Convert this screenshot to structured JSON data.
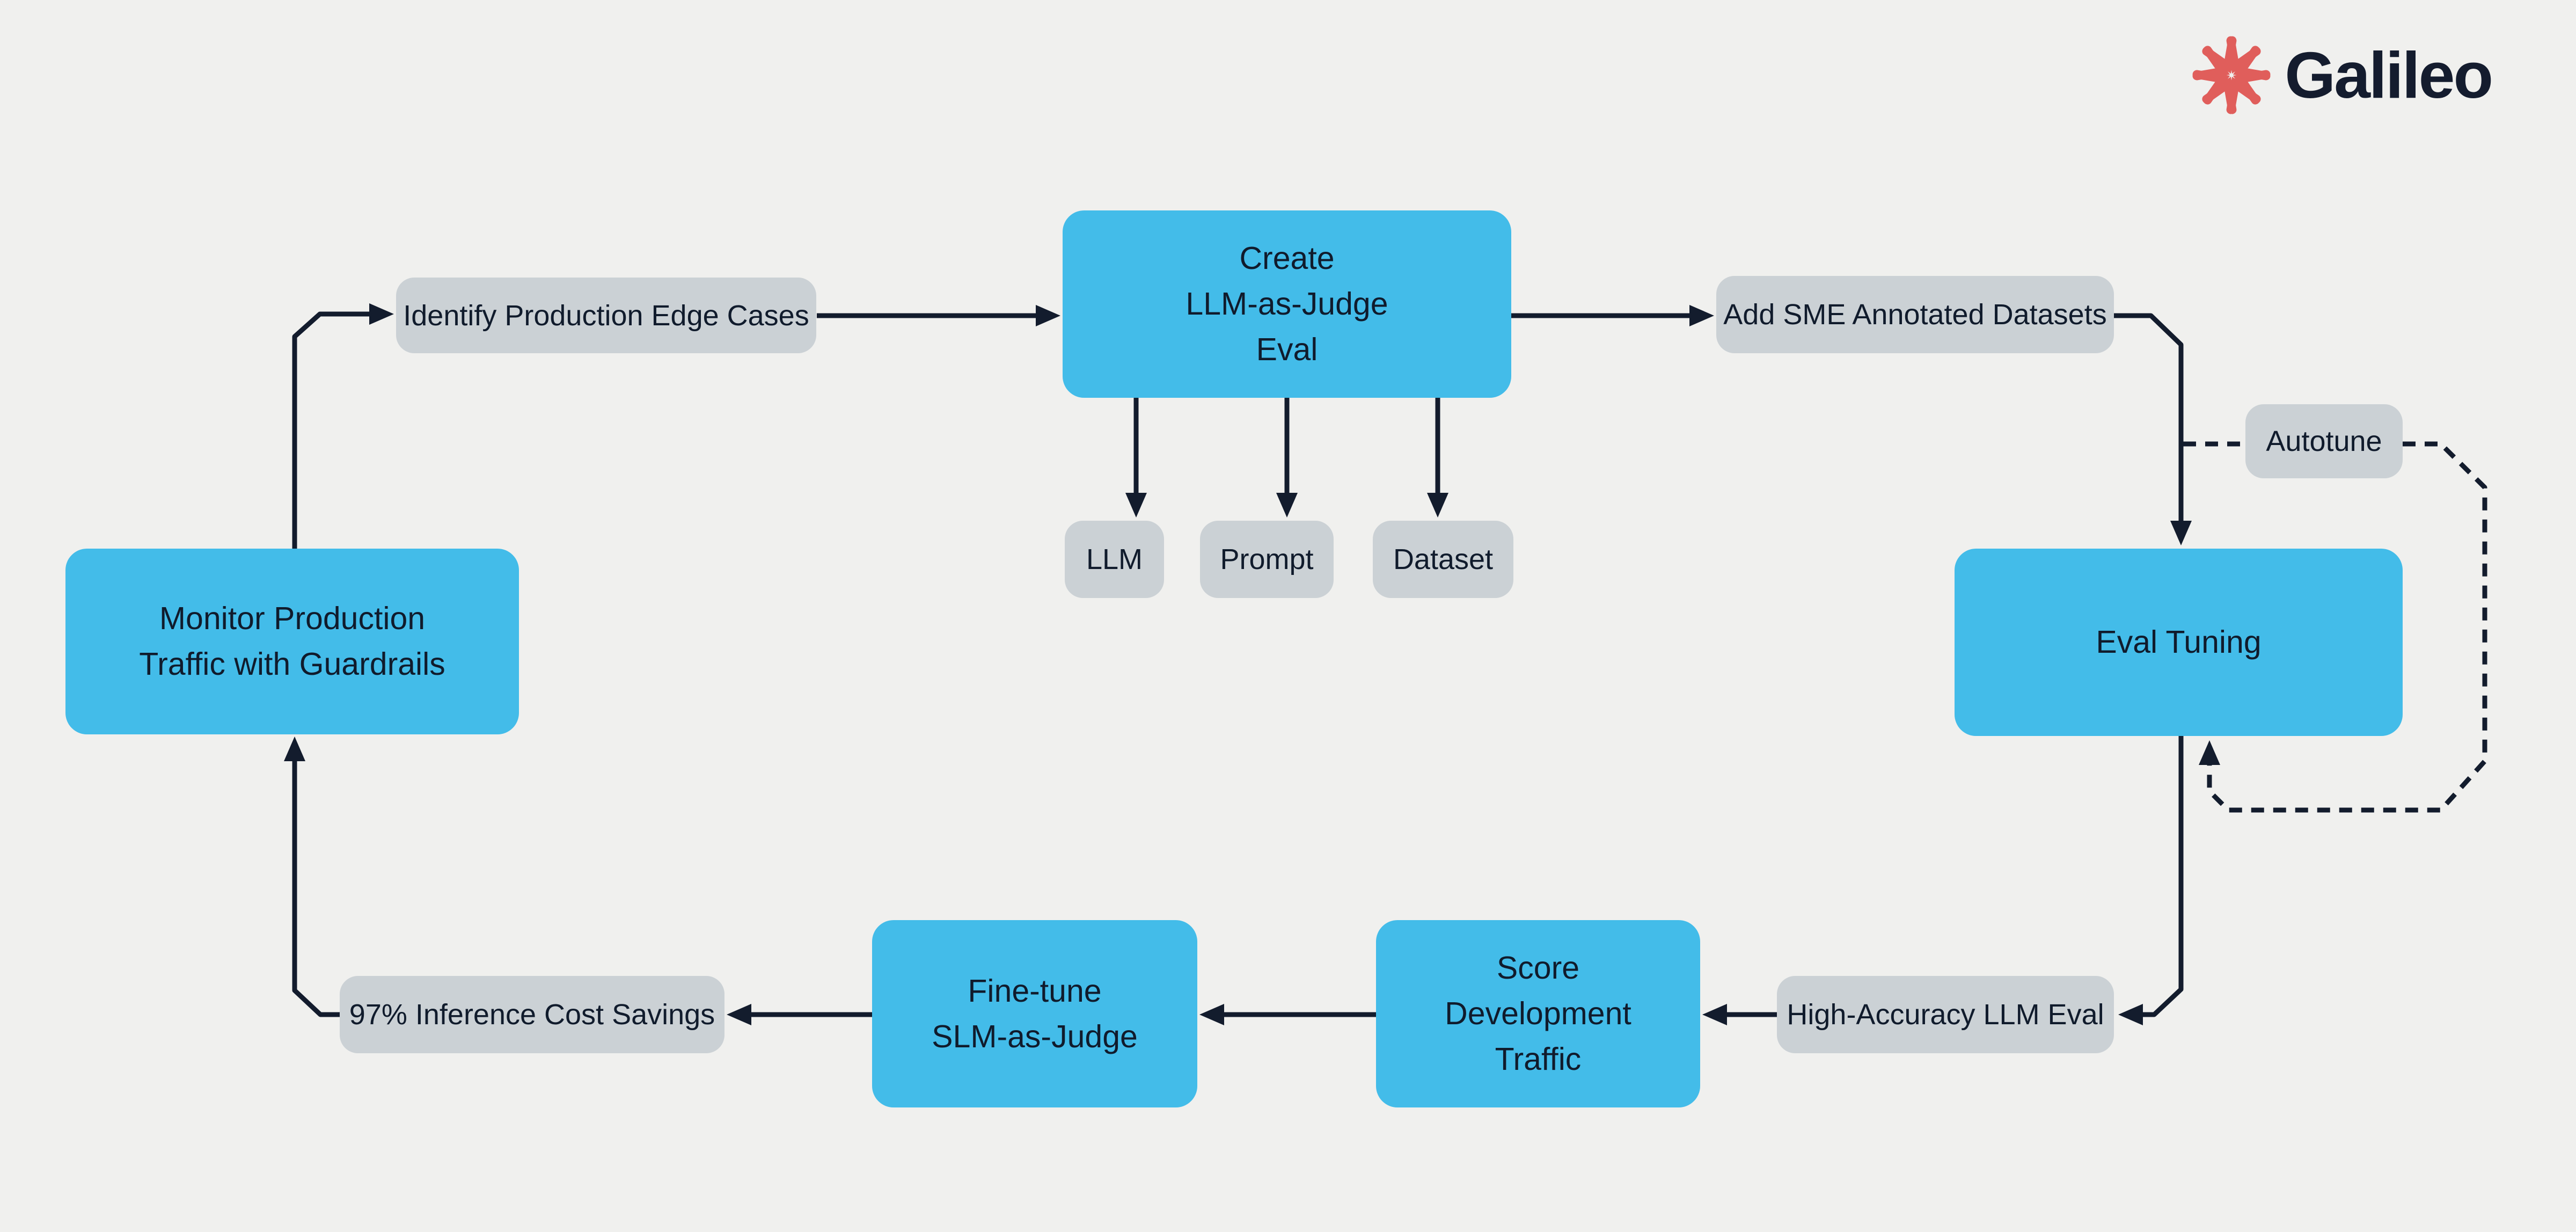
{
  "page": {
    "background_color": "#f0f0ee",
    "type": "flowchart"
  },
  "logo": {
    "name": "Galileo",
    "icon": "galileo-flower-icon",
    "icon_color": "#e05e5b",
    "text_color": "#141c2e"
  },
  "colors": {
    "node_blue": "#43bce9",
    "node_gray": "#cbd1d5",
    "connector_navy": "#131c2d",
    "label_navy": "#101b2c"
  },
  "nodes": {
    "identify": {
      "label": "Identify Production Edge Cases",
      "type": "gray"
    },
    "create": {
      "label": "Create\nLLM-as-Judge\nEval",
      "type": "blue"
    },
    "sme": {
      "label": "Add SME Annotated Datasets",
      "type": "gray"
    },
    "autotune": {
      "label": "Autotune",
      "type": "gray"
    },
    "llm": {
      "label": "LLM",
      "type": "gray"
    },
    "prompt": {
      "label": "Prompt",
      "type": "gray"
    },
    "dataset": {
      "label": "Dataset",
      "type": "gray"
    },
    "eval_tuning": {
      "label": "Eval Tuning",
      "type": "blue"
    },
    "monitor": {
      "label": "Monitor Production\nTraffic with Guardrails",
      "type": "blue"
    },
    "savings": {
      "label": "97% Inference Cost Savings",
      "type": "gray"
    },
    "finetune": {
      "label": "Fine-tune\nSLM-as-Judge",
      "type": "blue"
    },
    "score": {
      "label": "Score\nDevelopment\nTraffic",
      "type": "blue"
    },
    "high_accuracy": {
      "label": "High-Accuracy LLM Eval",
      "type": "gray"
    }
  },
  "edges": [
    {
      "from": "monitor",
      "to": "identify",
      "style": "solid"
    },
    {
      "from": "identify",
      "to": "create",
      "style": "solid"
    },
    {
      "from": "create",
      "to": "sme",
      "style": "solid"
    },
    {
      "from": "sme",
      "to": "eval_tuning",
      "style": "solid"
    },
    {
      "from": "create",
      "to": "llm",
      "style": "solid"
    },
    {
      "from": "create",
      "to": "prompt",
      "style": "solid"
    },
    {
      "from": "create",
      "to": "dataset",
      "style": "solid"
    },
    {
      "from": "eval_tuning",
      "to": "high_accuracy",
      "style": "solid"
    },
    {
      "from": "high_accuracy",
      "to": "score",
      "style": "solid"
    },
    {
      "from": "score",
      "to": "finetune",
      "style": "solid"
    },
    {
      "from": "finetune",
      "to": "savings",
      "style": "solid"
    },
    {
      "from": "savings",
      "to": "monitor",
      "style": "solid"
    },
    {
      "from": "sme_to_eval_line",
      "to": "autotune",
      "style": "dotted"
    },
    {
      "from": "autotune",
      "to": "eval_tuning",
      "style": "dotted"
    }
  ]
}
